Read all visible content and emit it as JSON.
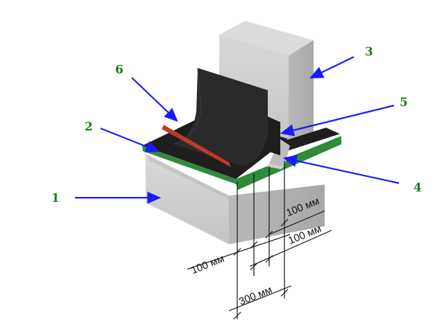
{
  "callouts": [
    {
      "number": "1",
      "target": "base-block"
    },
    {
      "number": "2",
      "target": "bottom-membrane-layer"
    },
    {
      "number": "3",
      "target": "vertical-wall-block"
    },
    {
      "number": "4",
      "target": "fillet-wedge"
    },
    {
      "number": "5",
      "target": "vertical-membrane-strip"
    },
    {
      "number": "6",
      "target": "upper-membrane-with-red-edge"
    }
  ],
  "dimensions": [
    {
      "label": "100 мм",
      "position": "upper-right"
    },
    {
      "label": "100 мм",
      "position": "lower-right"
    },
    {
      "label": "100 мм",
      "position": "left"
    },
    {
      "label": "300 мм",
      "position": "bottom"
    }
  ],
  "colors": {
    "callout_text": "#1f7a1f",
    "arrow": "#1a1aff",
    "membrane_green": "#2e8b3a",
    "membrane_black": "#1e1e1e",
    "edge_red": "#c0392b",
    "concrete": "#c9c9c9"
  }
}
